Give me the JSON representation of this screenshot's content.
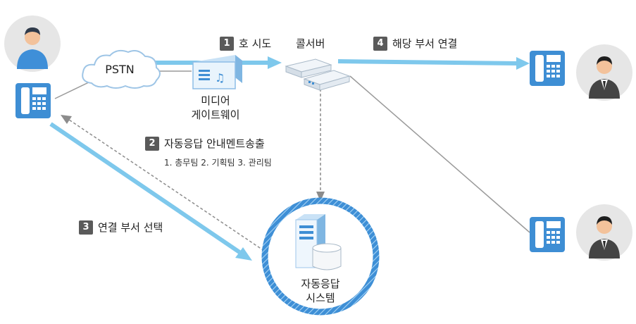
{
  "cloud_label": "PSTN",
  "gateway_label": [
    "미디어",
    "게이트웨이"
  ],
  "server_label": "콜서버",
  "ars_label": [
    "자동응답",
    "시스템"
  ],
  "steps": [
    {
      "num": "1",
      "text": "호 시도"
    },
    {
      "num": "2",
      "text": "자동응답 안내멘트송출"
    },
    {
      "num": "3",
      "text": "연결 부서 선택"
    },
    {
      "num": "4",
      "text": "해당 부서 연결"
    }
  ],
  "menu_options": "1. 총무팀  2. 기획팀  3. 관리팀",
  "colors": {
    "flow_arrow": "#7ec8ec",
    "caller_shirt": "#3f8fd8",
    "agent_suit": "#444444",
    "ring": "#4a96d6",
    "phone": "#3e8ed4"
  }
}
